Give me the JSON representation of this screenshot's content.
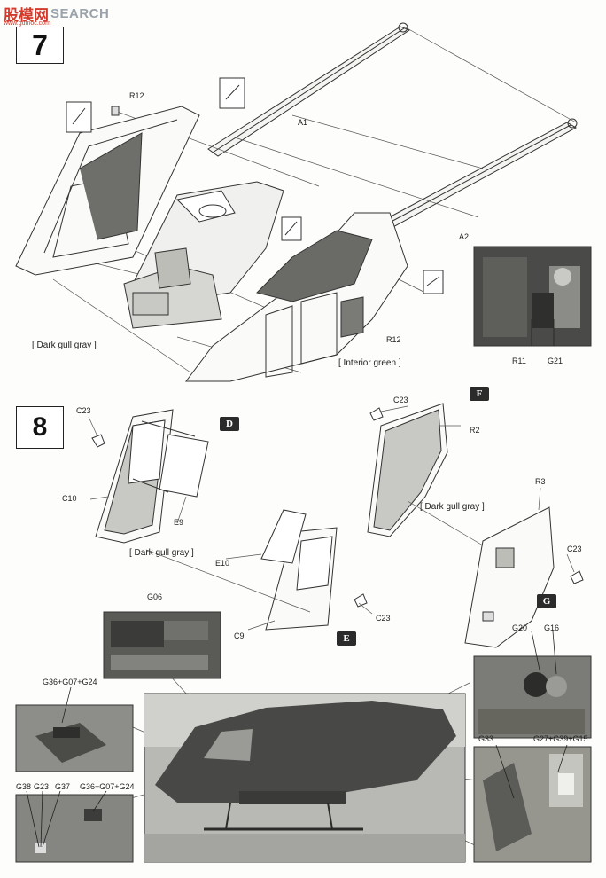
{
  "watermark": {
    "site_cn": "股模网",
    "site_en": "SEARCH",
    "url": "www.gumoc.com",
    "color": "#d23a2c"
  },
  "steps": [
    {
      "number": "7"
    },
    {
      "number": "8"
    }
  ],
  "step7": {
    "labels": {
      "r12_top": "R12",
      "a1": "A1",
      "a2": "A2",
      "r12_bottom": "R12",
      "r11": "R11",
      "g21": "G21"
    },
    "paint": {
      "dark_gull_gray": "[ Dark gull gray ]",
      "interior_green": "[ Interior green ]"
    }
  },
  "step8": {
    "labels": {
      "c23_d": "C23",
      "c10": "C10",
      "e9": "E9",
      "e10": "E10",
      "c9": "C9",
      "c23_e": "C23",
      "c23_f": "C23",
      "r2": "R2",
      "r3": "R3",
      "c23_g": "C23",
      "g06": "G06",
      "g20": "G20",
      "g16": "G16",
      "g36_top": "G36+G07+G24",
      "g38": "G38",
      "g23": "G23",
      "g37": "G37",
      "g36_bottom": "G36+G07+G24",
      "g33": "G33",
      "g27": "G27+G39+G15"
    },
    "paint": {
      "dark_gull_gray_d": "[ Dark gull gray ]",
      "dark_gull_gray_f": "[ Dark gull gray ]"
    },
    "badges": {
      "d": "D",
      "e": "E",
      "f": "F",
      "g": "G"
    }
  }
}
